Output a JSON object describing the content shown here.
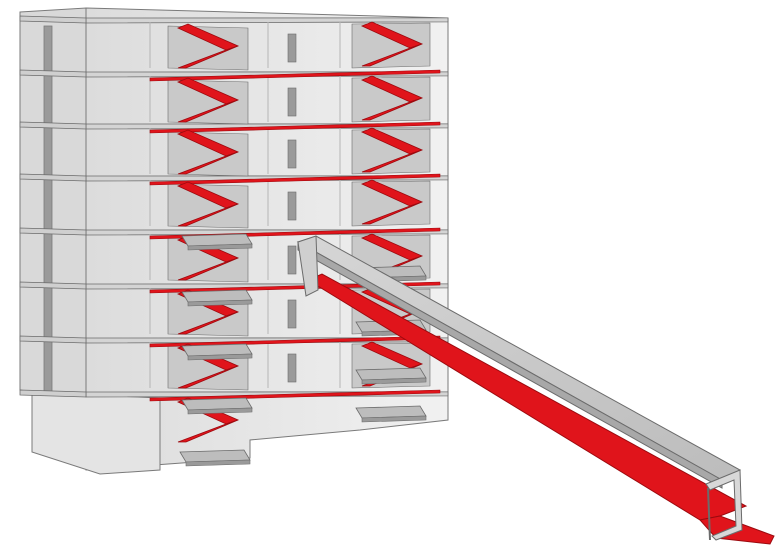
{
  "diagram": {
    "type": "isometric-building-section",
    "floors": 8,
    "stair_cores": 2,
    "colors": {
      "background": "#ffffff",
      "concrete": "#e9e9e9",
      "concrete_shade": "#d4d4d4",
      "concrete_dark": "#9a9a9a",
      "edge": "#6b6b6b",
      "route": "#e0141b",
      "route_shade": "#9c0a0f"
    }
  }
}
